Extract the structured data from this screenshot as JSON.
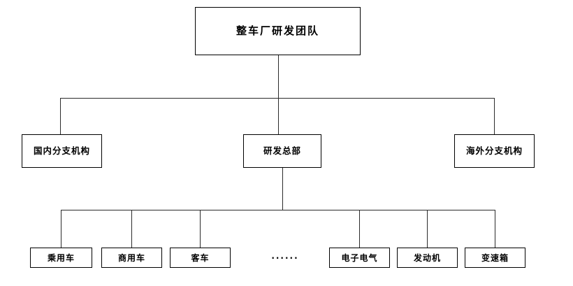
{
  "diagram": {
    "title": "OEM R&D team organizational chart",
    "background_color": "#ffffff",
    "line_color": "#2b2b2b",
    "box_border_color": "#000000",
    "text_color": "#000000"
  },
  "nodes": {
    "root": {
      "label": "整车厂研发团队",
      "level": 1
    },
    "level2": [
      {
        "label": "国内分支机构",
        "level": 2
      },
      {
        "label": "研发总部",
        "level": 2
      },
      {
        "label": "海外分支机构",
        "level": 2
      }
    ],
    "level3": [
      {
        "label": "乘用车",
        "level": 3
      },
      {
        "label": "商用车",
        "level": 3
      },
      {
        "label": "客车",
        "level": 3
      },
      {
        "label": "电子电气",
        "level": 3
      },
      {
        "label": "发动机",
        "level": 3
      },
      {
        "label": "变速箱",
        "level": 3
      }
    ],
    "ellipsis": {
      "label": "······"
    }
  }
}
